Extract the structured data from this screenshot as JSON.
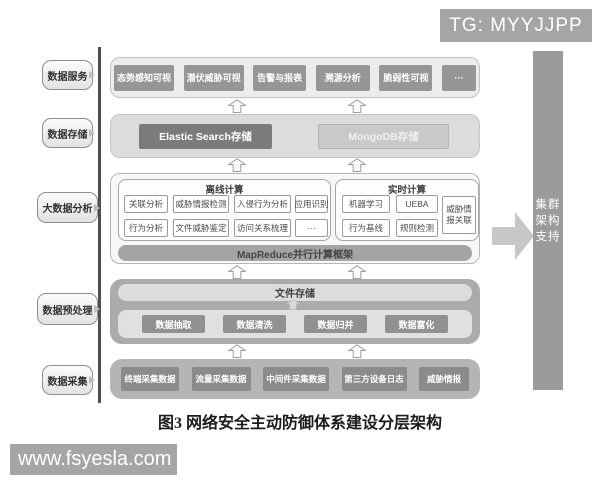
{
  "watermarks": {
    "telegram": "TG: MYYJJPP",
    "website": "www.fsyesla.com"
  },
  "caption": "图3 网络安全主动防御体系建设分层架构",
  "left_labels": [
    {
      "label": "数据服务"
    },
    {
      "label": "数据存储"
    },
    {
      "label": "大数据分析"
    },
    {
      "label": "数据预处理"
    },
    {
      "label": "数据采集"
    }
  ],
  "right_support": {
    "label": "集群架构支持"
  },
  "layers": {
    "service": {
      "items": [
        "态势感知可视",
        "潜伏威胁可视",
        "告警与报表",
        "溯源分析",
        "脆弱性可视",
        "···"
      ]
    },
    "storage": {
      "items": [
        "Elastic Search存储",
        "MongoDB存储"
      ]
    },
    "analysis": {
      "offline": {
        "title": "离线计算",
        "row1": [
          "关联分析",
          "威胁情报检测",
          "入侵行为分析",
          "应用识别"
        ],
        "row2": [
          "行为分析",
          "文件威胁鉴定",
          "访问关系梳理",
          "···"
        ]
      },
      "realtime": {
        "title": "实时计算",
        "row1": [
          "机器学习",
          "UEBA"
        ],
        "row2": [
          "行为基线",
          "规则检测"
        ],
        "side": "威胁情报关联"
      },
      "framework": "MapReduce并行计算框架"
    },
    "preprocess": {
      "file_storage": "文件存储",
      "items": [
        "数据抽取",
        "数据清洗",
        "数据归并",
        "数据富化"
      ]
    },
    "collection": {
      "items": [
        "终端采集数据",
        "流量采集数据",
        "中间件采集数据",
        "第三方设备日志",
        "威胁情报"
      ]
    }
  },
  "colors": {
    "watermark_gray": "#a5a5a5",
    "item_gray": "#969696",
    "elastic_dark_gray": "#7b7b7b",
    "container_light_gray": "#dcdcdc",
    "preprocess_gray": "#ababab",
    "cluster_bar_gray": "#9b9b9b"
  }
}
